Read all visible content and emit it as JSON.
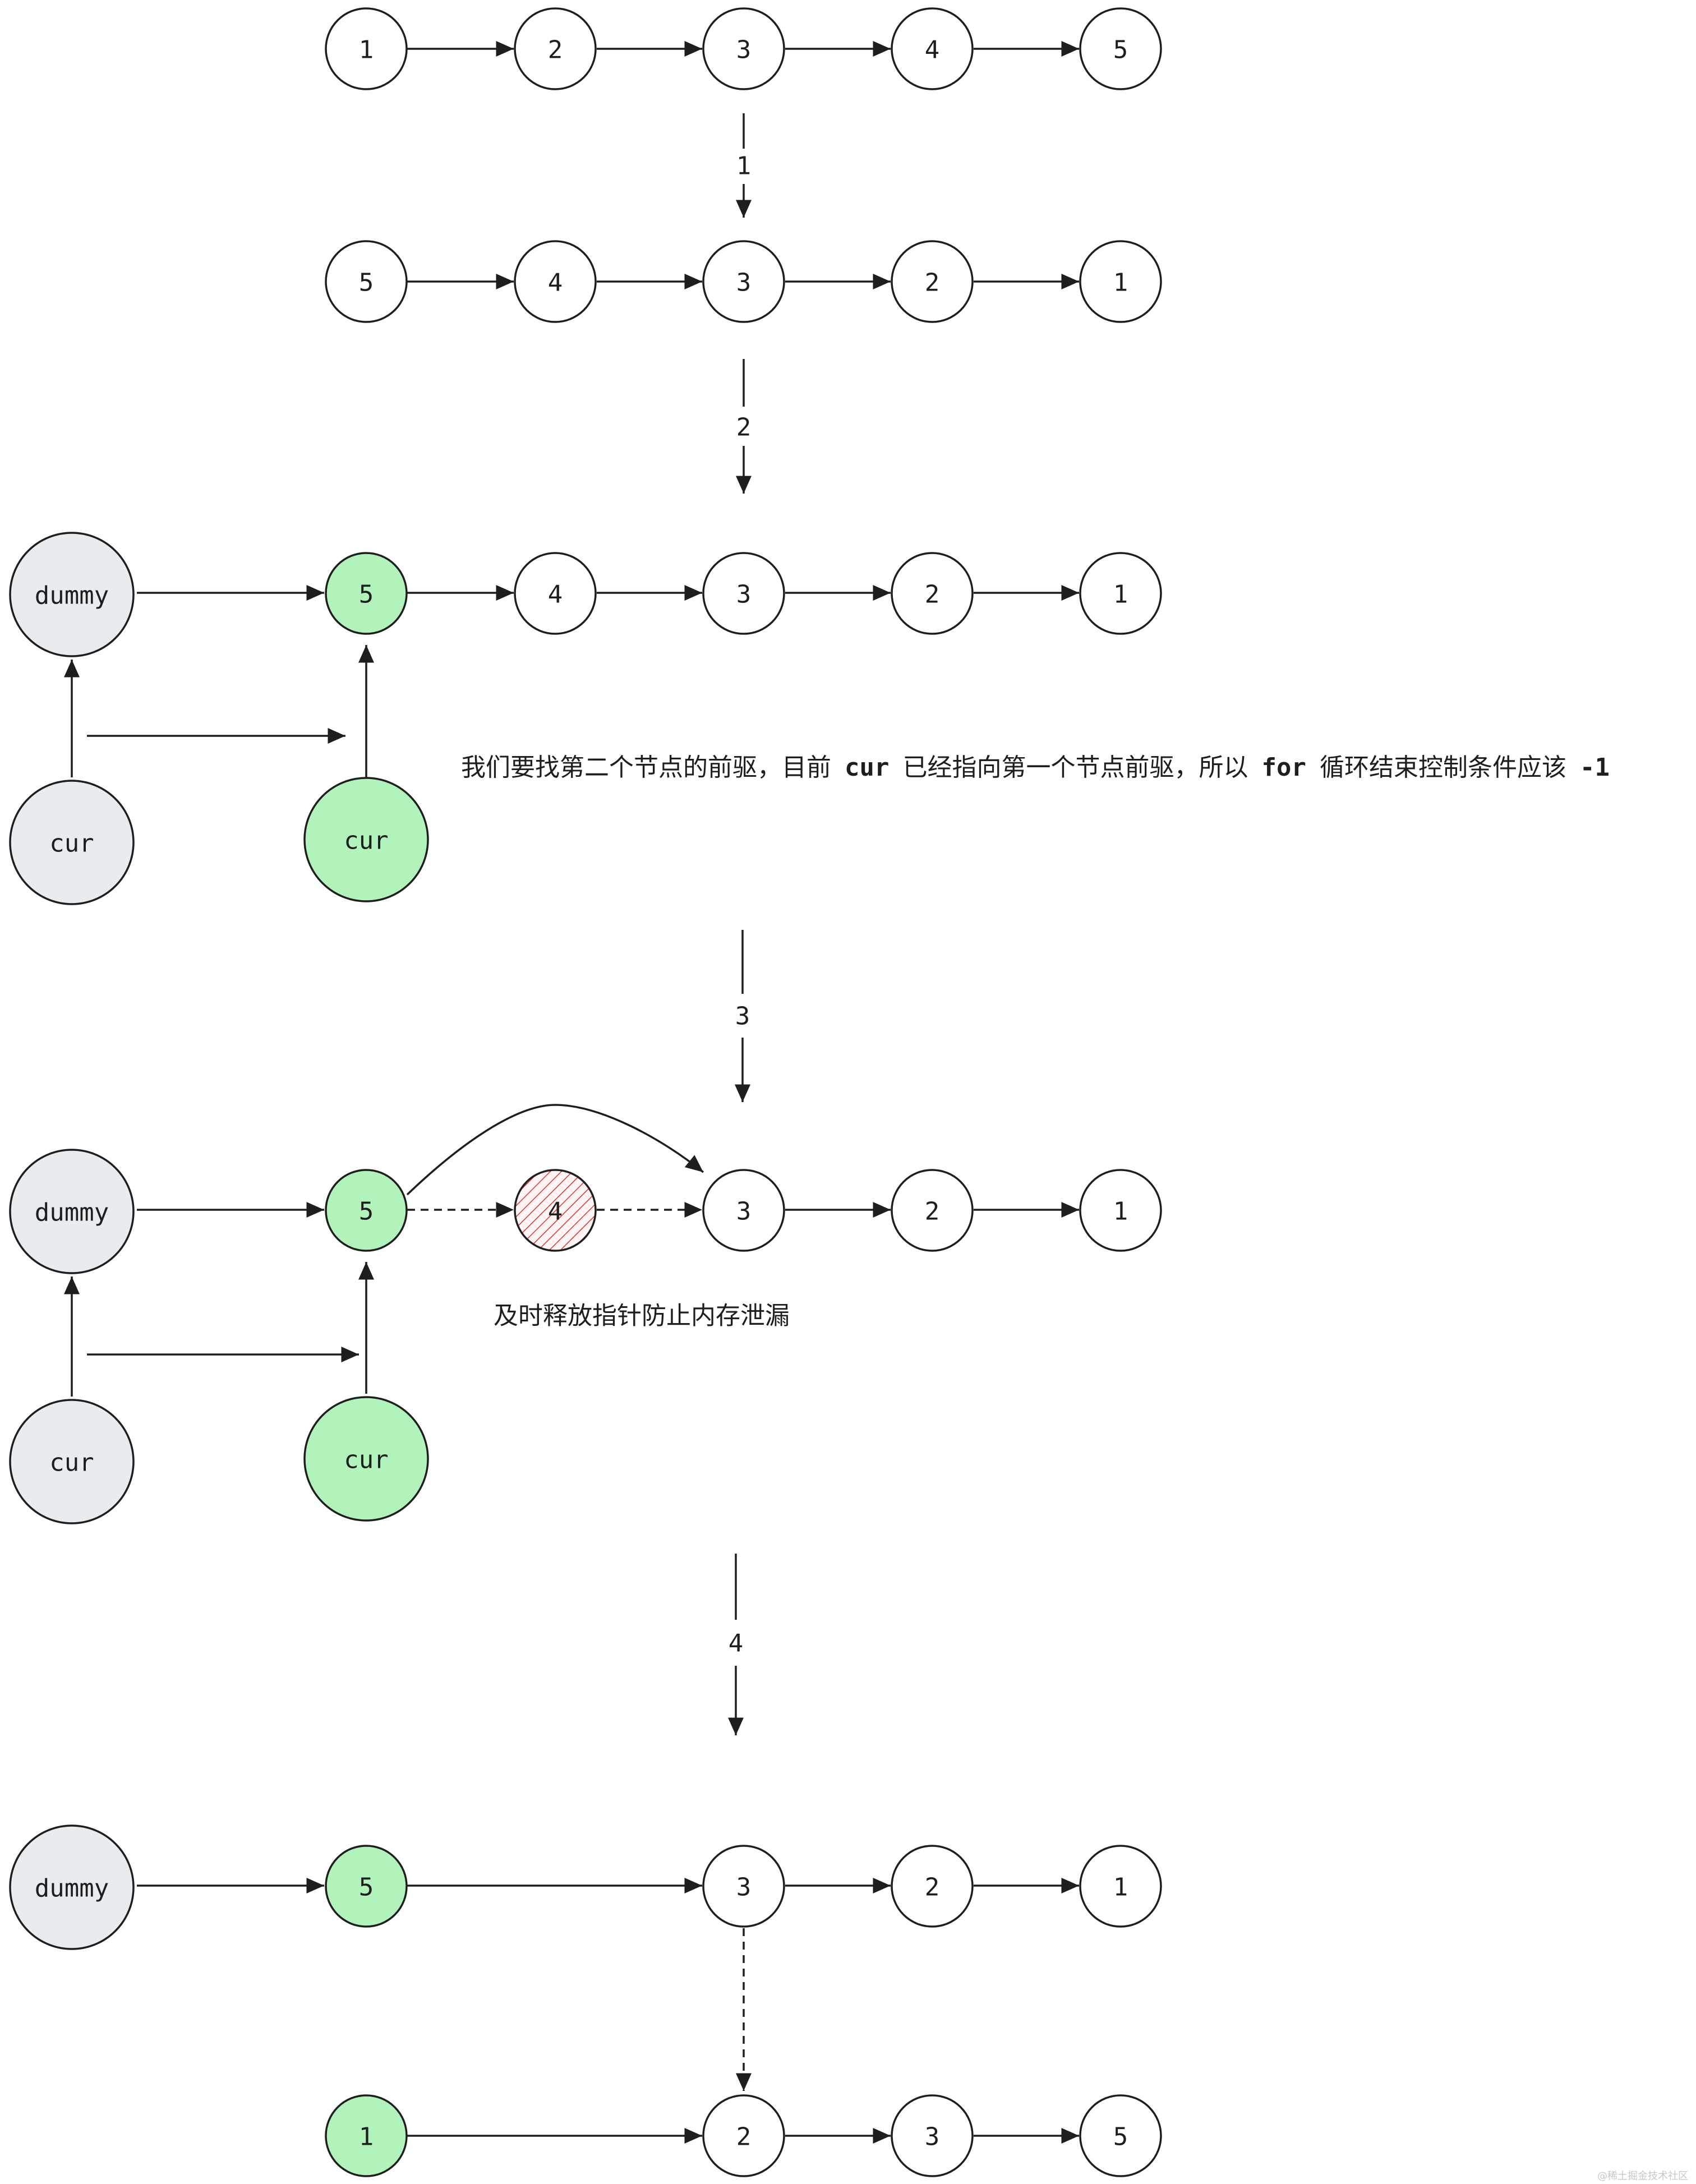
{
  "colors": {
    "stroke": "#1e1e1e",
    "node_fill": "#ffffff",
    "highlight_fill": "#b2f2bb",
    "pointer_fill": "#e9ecef",
    "deleted_hatch": "#e03131",
    "deleted_fill": "#ffc9c9"
  },
  "steps": [
    "1",
    "2",
    "3",
    "4"
  ],
  "row1": [
    "1",
    "2",
    "3",
    "4",
    "5"
  ],
  "row2": [
    "5",
    "4",
    "3",
    "2",
    "1"
  ],
  "row3": {
    "dummy": "dummy",
    "nodes": [
      "5",
      "4",
      "3",
      "2",
      "1"
    ],
    "cur_old": "cur",
    "cur_new": "cur"
  },
  "row4": {
    "dummy": "dummy",
    "nodes": [
      "5",
      "4",
      "3",
      "2",
      "1"
    ],
    "removed_node": "4",
    "cur_old": "cur",
    "cur_new": "cur"
  },
  "row5": {
    "dummy": "dummy",
    "nodes": [
      "5",
      "3",
      "2",
      "1"
    ]
  },
  "row6": [
    "1",
    "2",
    "3",
    "5"
  ],
  "note1": {
    "part1": "我们要找第二个节点的前驱，目前",
    "code1": "cur",
    "part2": "已经指向第一个节点前驱，所以",
    "code2": "for",
    "part3": "循环结束控制条件应该",
    "code3": "-1"
  },
  "note2": "及时释放指针防止内存泄漏",
  "watermark": "@稀土掘金技术社区"
}
